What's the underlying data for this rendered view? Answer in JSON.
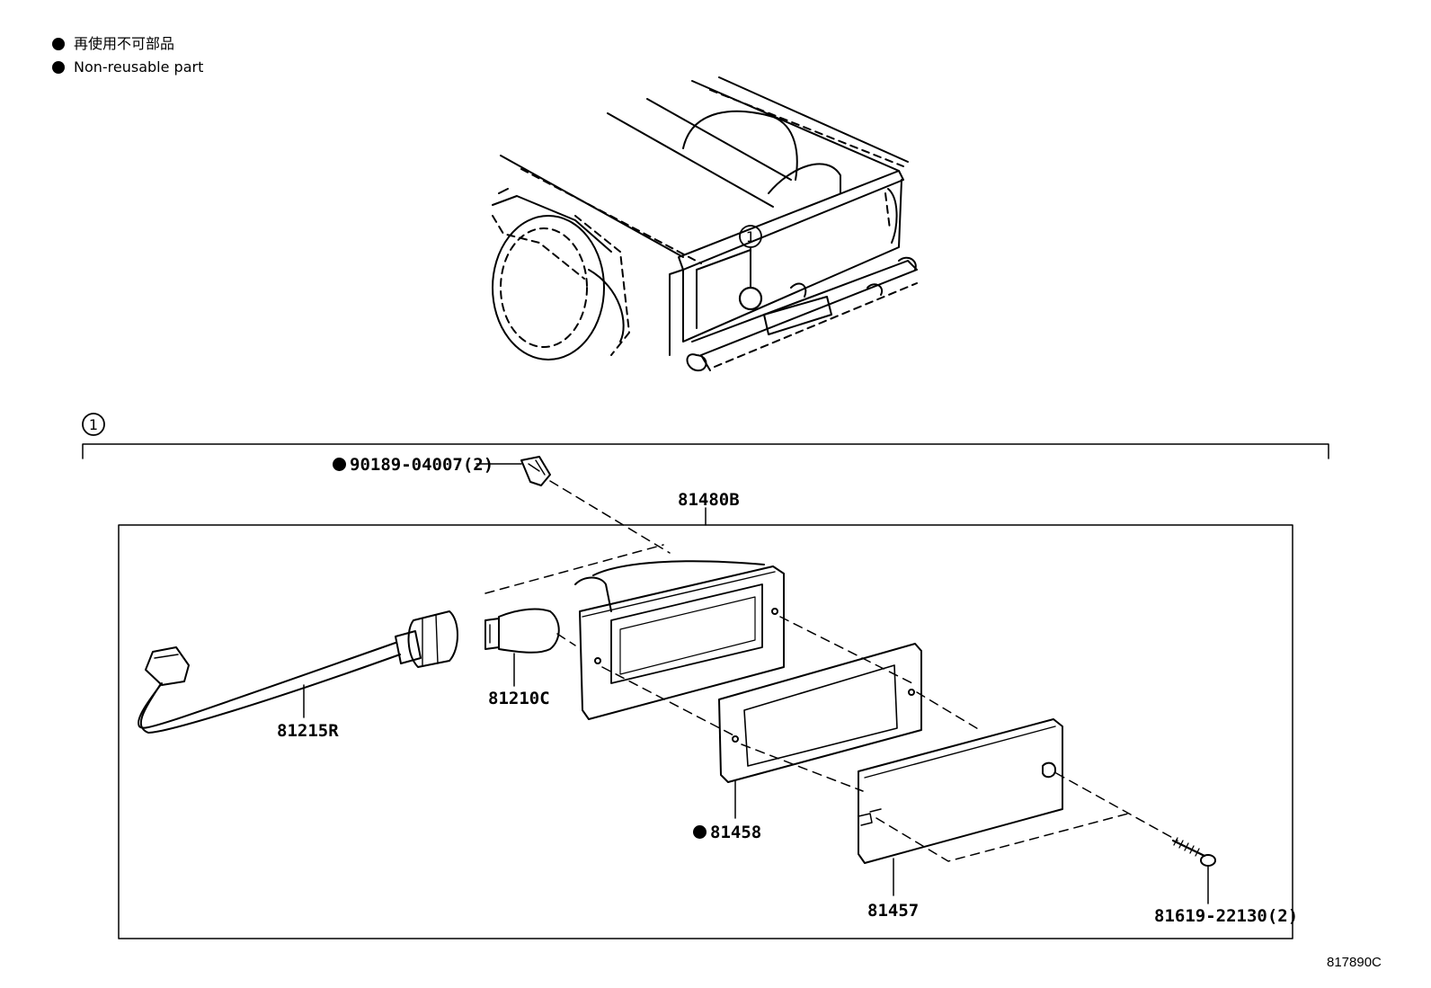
{
  "legend": {
    "items": [
      {
        "symbol": "filled-circle",
        "text": "再使用不可部品"
      },
      {
        "symbol": "filled-circle",
        "text": "Non-reusable part"
      }
    ]
  },
  "callouts": {
    "vehicle_ref": "1",
    "group_ref": "1"
  },
  "parts": {
    "clip": {
      "number": "90189-04007(2)",
      "non_reusable": true
    },
    "lamp_assembly": {
      "number": "81480B"
    },
    "socket_wire": {
      "number": "81215R"
    },
    "bulb": {
      "number": "81210C"
    },
    "gasket": {
      "number": "81458",
      "non_reusable": true
    },
    "lens": {
      "number": "81457"
    },
    "screw": {
      "number": "81619-22130(2)"
    }
  },
  "diagram_id": "817890C"
}
